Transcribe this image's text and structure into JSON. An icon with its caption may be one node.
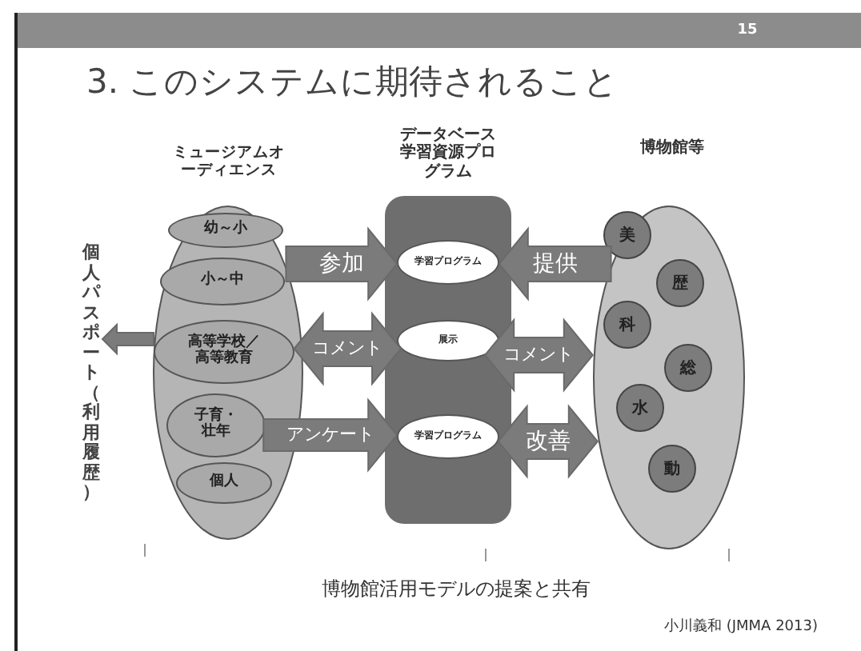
{
  "diagram": {
    "title": "3. このシステムに期待されること",
    "nodes": [
      {
        "text": [
          "ミュージアムオーディエンス"
        ]
      },
      {
        "text": [
          "幼～小"
        ],
        "in": 0
      },
      {
        "text": [
          "小～中"
        ],
        "in": 0
      },
      {
        "text": [
          "高等学校／高等教育"
        ],
        "in": 0
      },
      {
        "text": [
          "子育・壮年"
        ],
        "in": 0
      },
      {
        "text": [
          "個人"
        ],
        "in": 0
      },
      {
        "text": [
          "データベース学習資源プログラム"
        ]
      },
      {
        "text": [
          "学習プログラム"
        ],
        "in": 6
      },
      {
        "text": [
          "展示"
        ],
        "in": 6
      },
      {
        "text": [
          "学習プログラム"
        ],
        "in": 6
      },
      {
        "text": [
          "博物館等"
        ]
      },
      {
        "text": [
          "美"
        ],
        "in": 10
      },
      {
        "text": [
          "歴"
        ],
        "in": 10
      },
      {
        "text": [
          "科"
        ],
        "in": 10
      },
      {
        "text": [
          "総"
        ],
        "in": 10
      },
      {
        "text": [
          "水"
        ],
        "in": 10
      },
      {
        "text": [
          "動"
        ],
        "in": 10
      },
      {
        "text": [
          "個人パスポート（利用履歴）"
        ]
      }
    ],
    "edges": [
      {
        "from": 0,
        "to": 7,
        "arrow": "to",
        "label": "参加"
      },
      {
        "from": 3,
        "to": 8,
        "arrow": "both",
        "label": "コメント"
      },
      {
        "from": 4,
        "to": 9,
        "arrow": "to",
        "label": "アンケート"
      },
      {
        "from": 10,
        "to": 7,
        "arrow": "to",
        "label": "提供"
      },
      {
        "from": 8,
        "to": 10,
        "arrow": "both",
        "label": "コメント"
      },
      {
        "from": 9,
        "to": 10,
        "arrow": "both",
        "label": "改善"
      },
      {
        "from": 0,
        "to": 17,
        "arrow": "to"
      }
    ],
    "labels": [
      "15",
      "博物館活用モデルの提案と共有",
      "小川義和 (JMMA 2013)"
    ]
  }
}
